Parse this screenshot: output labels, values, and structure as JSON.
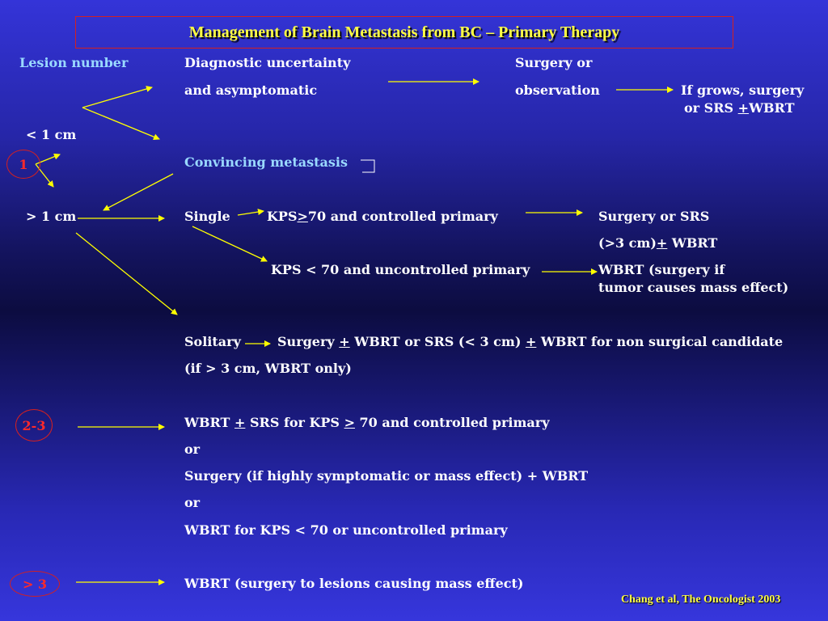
{
  "title": "Management of Brain Metastasis from BC – Primary Therapy",
  "credit": "Chang et al, The Oncologist 2003",
  "lesion_header": "Lesion number",
  "size_small": "< 1 cm",
  "size_large": "> 1 cm",
  "circles": {
    "one": "1",
    "two_three": "2-3",
    "gt_three": "> 3"
  },
  "rows": {
    "diag_uncertainty_1": "Diagnostic uncertainty",
    "diag_uncertainty_2": "and asymptomatic",
    "surgery_obs_1": "Surgery or",
    "surgery_obs_2": "observation",
    "if_grows_1": "If grows, surgery",
    "if_grows_2_pre": "or SRS ",
    "if_grows_2_u": "+",
    "if_grows_2_post": "WBRT",
    "convincing": "Convincing  metastasis",
    "single": "Single",
    "kps_good_pre": "KPS",
    "kps_good_u": ">",
    "kps_good_post": "70 and controlled primary",
    "surgery_srs": "Surgery or SRS",
    "gt3cm_pre": "(>3 cm)",
    "gt3cm_u": "+",
    "gt3cm_post": " WBRT",
    "kps_poor": "KPS < 70 and uncontrolled primary",
    "wbrt_if_1": "WBRT (surgery if",
    "wbrt_if_2": "tumor causes mass effect)",
    "solitary": "Solitary",
    "solitary_surg_pre": "Surgery ",
    "solitary_surg_u1": "+",
    "solitary_surg_mid": " WBRT or SRS (< 3 cm) ",
    "solitary_surg_u2": "+",
    "solitary_surg_post": " WBRT for non surgical candidate",
    "solitary_note": "(if > 3 cm, WBRT only)",
    "multi_1_pre": "WBRT ",
    "multi_1_u1": "+",
    "multi_1_mid": " SRS for KPS ",
    "multi_1_u2": ">",
    "multi_1_post": " 70 and controlled primary",
    "or_1": "or",
    "multi_2": "Surgery (if  highly symptomatic or mass effect) + WBRT",
    "or_2": "or",
    "multi_3": "WBRT for KPS < 70 or uncontrolled primary",
    "many": "WBRT (surgery to lesions causing mass effect)"
  },
  "colors": {
    "arrow": "#ffff00",
    "title": "#ffff44",
    "lesion_header": "#9ad9ff",
    "circle": "#d42020"
  }
}
